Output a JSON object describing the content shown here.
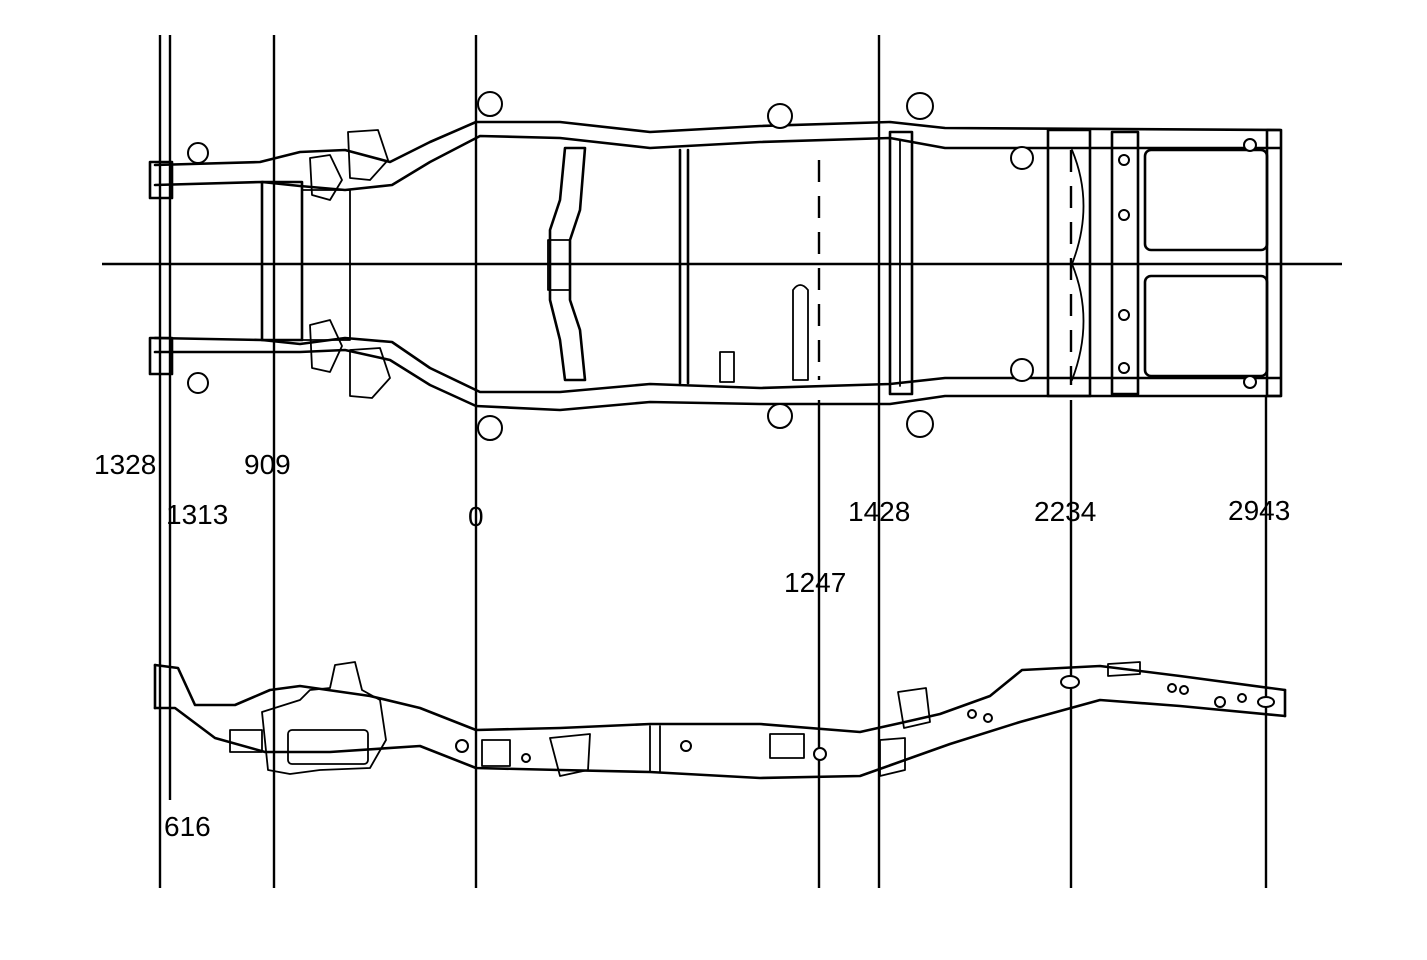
{
  "diagram": {
    "labels": {
      "l1328": "1328",
      "l1313": "1313",
      "l909": "909",
      "l0": "0",
      "l1247": "1247",
      "l1428": "1428",
      "l2234": "2234",
      "l2943": "2943",
      "l616": "616"
    }
  }
}
